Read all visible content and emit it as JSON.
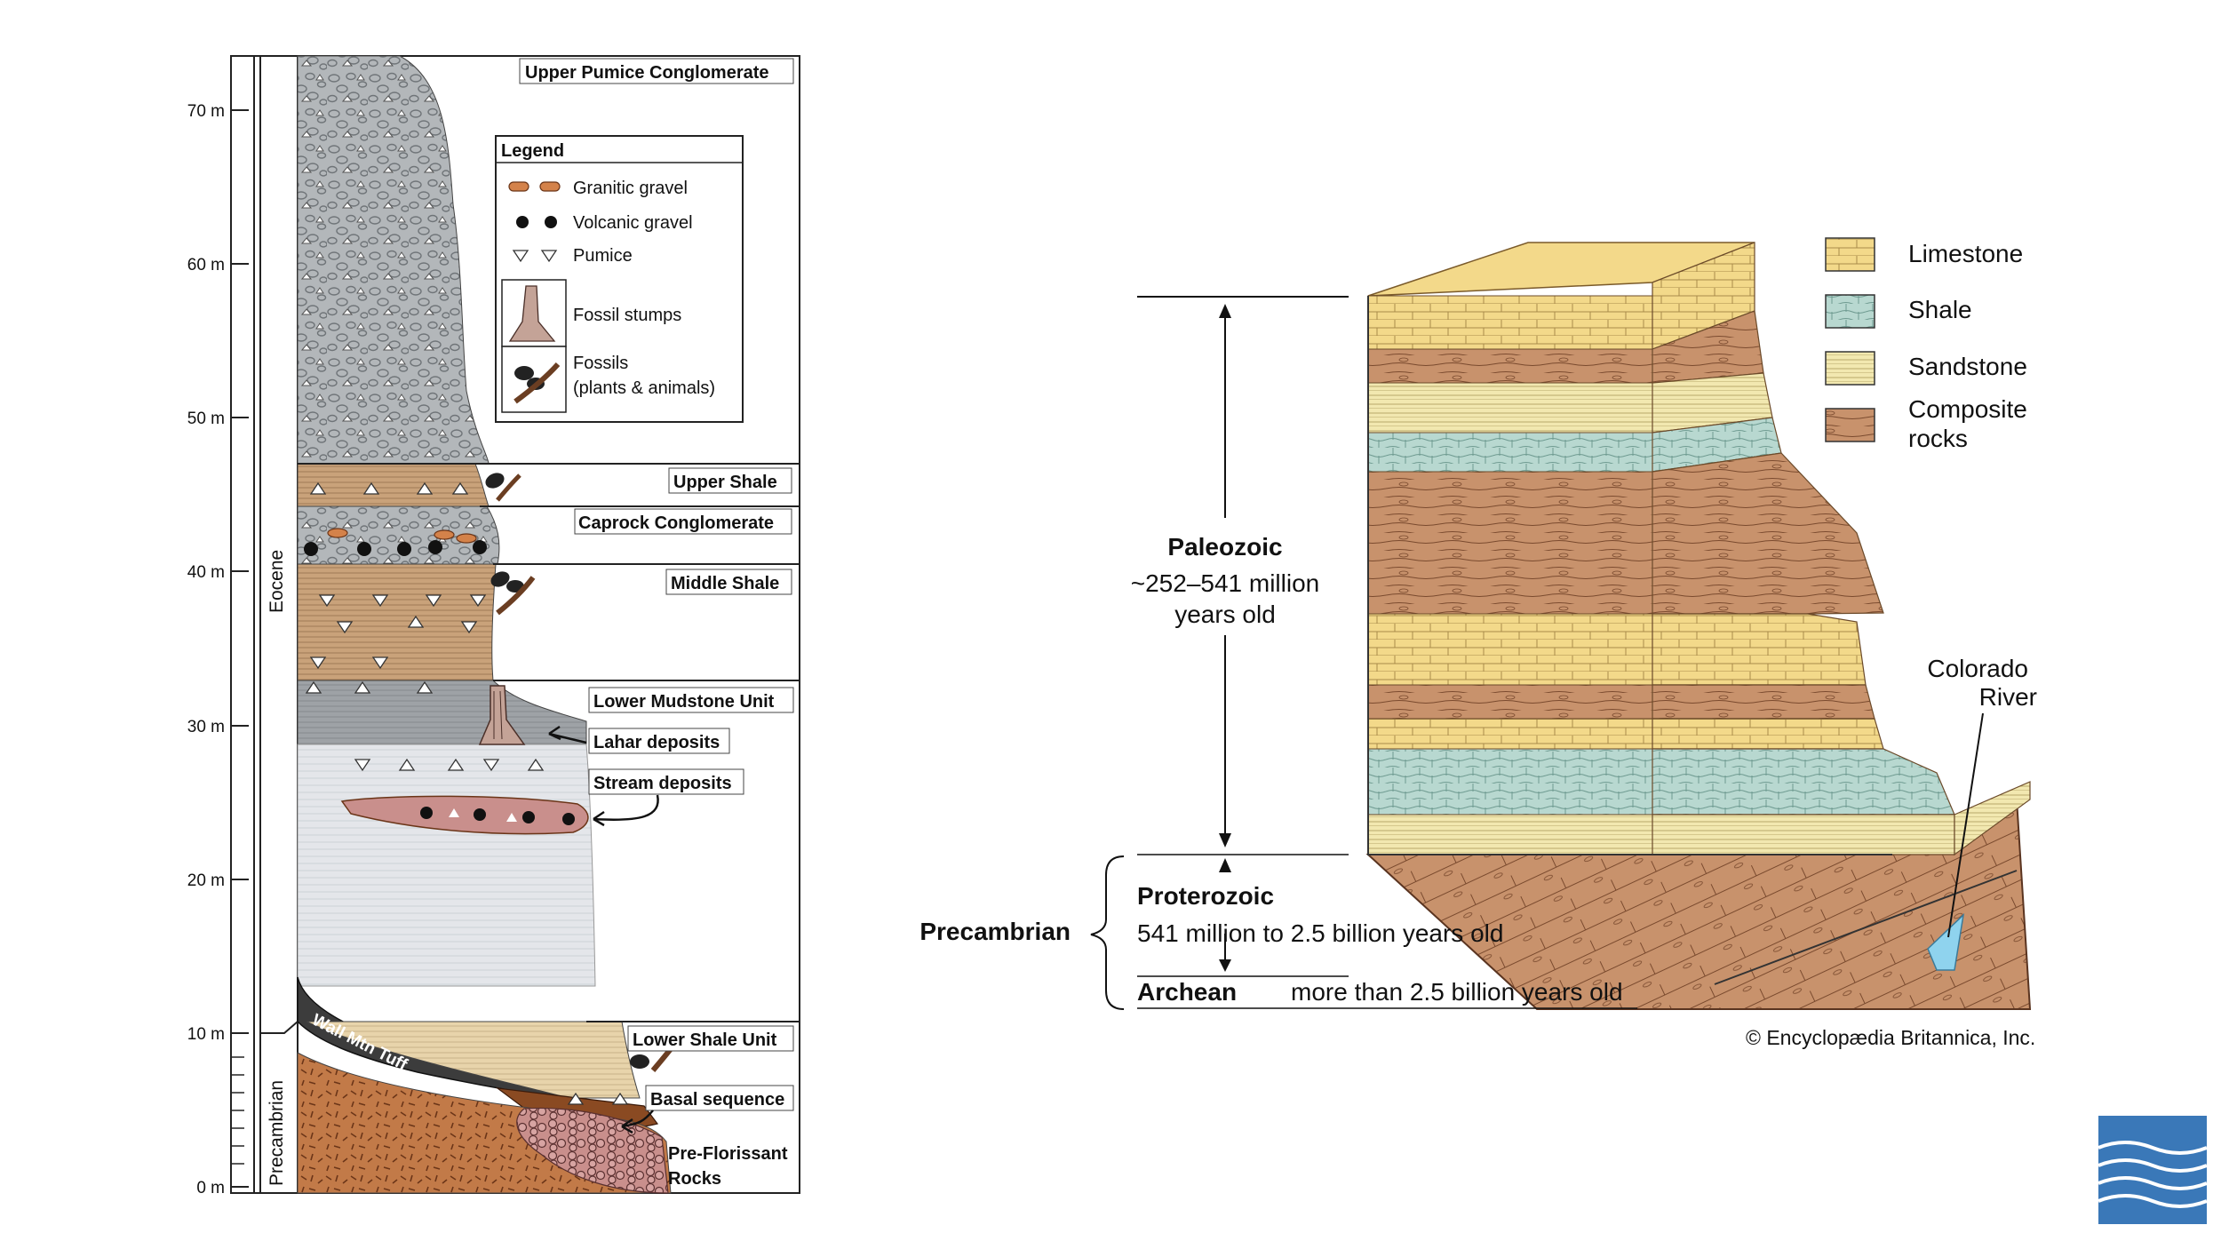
{
  "left_figure": {
    "depth_ticks": [
      "70 m",
      "60 m",
      "50 m",
      "40 m",
      "30 m",
      "20 m",
      "10 m",
      "0 m"
    ],
    "eras": {
      "upper": "Eocene",
      "lower": "Precambrian"
    },
    "units": {
      "upper_pumice": "Upper Pumice Conglomerate",
      "upper_shale": "Upper Shale",
      "caprock": "Caprock Conglomerate",
      "middle_shale": "Middle Shale",
      "lower_mudstone": "Lower Mudstone Unit",
      "lahar": "Lahar deposits",
      "stream": "Stream deposits",
      "lower_shale": "Lower Shale Unit",
      "basal": "Basal sequence",
      "pre_florissant_1": "Pre-Florissant",
      "pre_florissant_2": "Rocks",
      "wall_mtn": "Wall Mtn Tuff"
    },
    "legend": {
      "title": "Legend",
      "items": [
        "Granitic gravel",
        "Volcanic gravel",
        "Pumice",
        "Fossil stumps",
        "Fossils",
        "(plants & animals)"
      ]
    }
  },
  "right_figure": {
    "legend": [
      "Limestone",
      "Shale",
      "Sandstone",
      "Composite",
      "rocks"
    ],
    "paleozoic": {
      "name": "Paleozoic",
      "line1": "~252–541 million",
      "line2": "years old"
    },
    "precambrian": "Precambrian",
    "proterozoic": {
      "name": "Proterozoic",
      "age": "541 million to 2.5 billion years old"
    },
    "archean": {
      "name": "Archean",
      "age": "more than 2.5 billion years old"
    },
    "river": {
      "line1": "Colorado",
      "line2": "River"
    },
    "credit": "© Encyclopædia Britannica, Inc."
  },
  "colors": {
    "limestone": "#f3d98a",
    "shale": "#b8d8d0",
    "sandstone": "#f2e8b0",
    "composite": "#c8926c",
    "gravel_gray": "#b9bcbf",
    "brown_shale": "#c9a27a",
    "precambrian_brown": "#c27a48",
    "logo_blue": "#3a78b8"
  }
}
